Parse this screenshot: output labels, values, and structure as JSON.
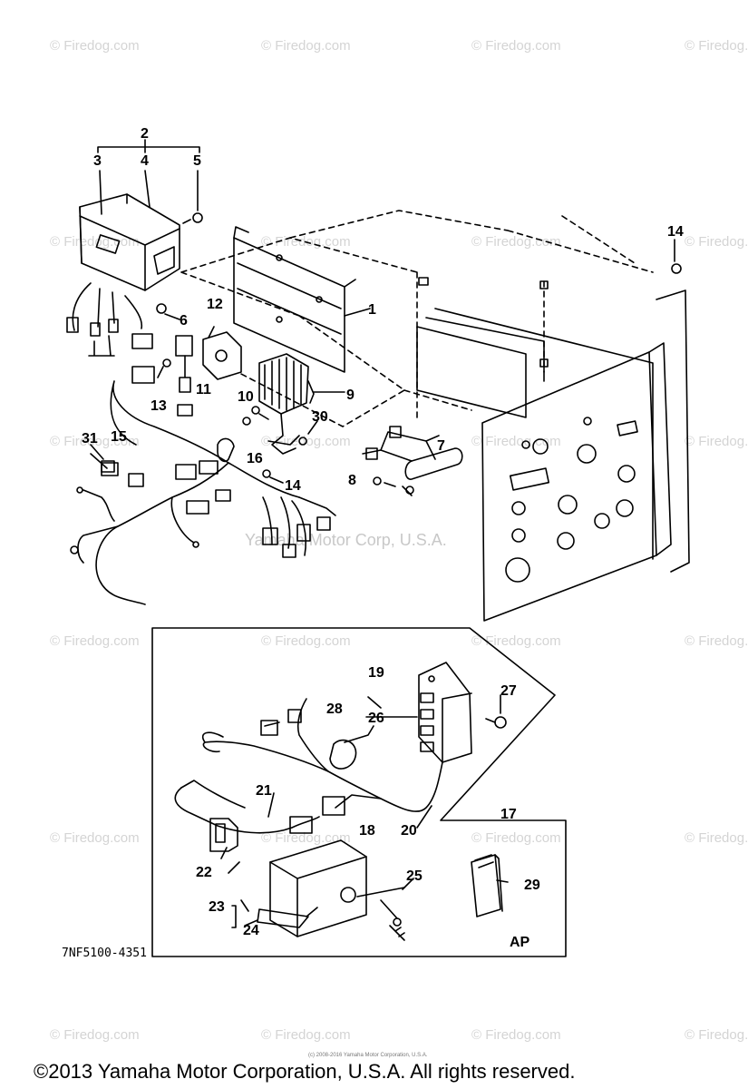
{
  "watermark": "© Firedog.com",
  "callouts": [
    "1",
    "2",
    "3",
    "4",
    "5",
    "6",
    "7",
    "8",
    "9",
    "10",
    "11",
    "12",
    "13",
    "14",
    "14",
    "15",
    "16",
    "17",
    "18",
    "19",
    "20",
    "21",
    "22",
    "23",
    "24",
    "25",
    "26",
    "27",
    "28",
    "29",
    "30",
    "31"
  ],
  "part_code": "7NF5100-4351",
  "ap_label": "AP",
  "center_watermark": "Yamaha Motor Corp, U.S.A.",
  "small_copyright": "(c) 2008-2016 Yamaha Motor Corporation, U.S.A.",
  "copyright": "©2013 Yamaha Motor Corporation, U.S.A. All rights reserved."
}
